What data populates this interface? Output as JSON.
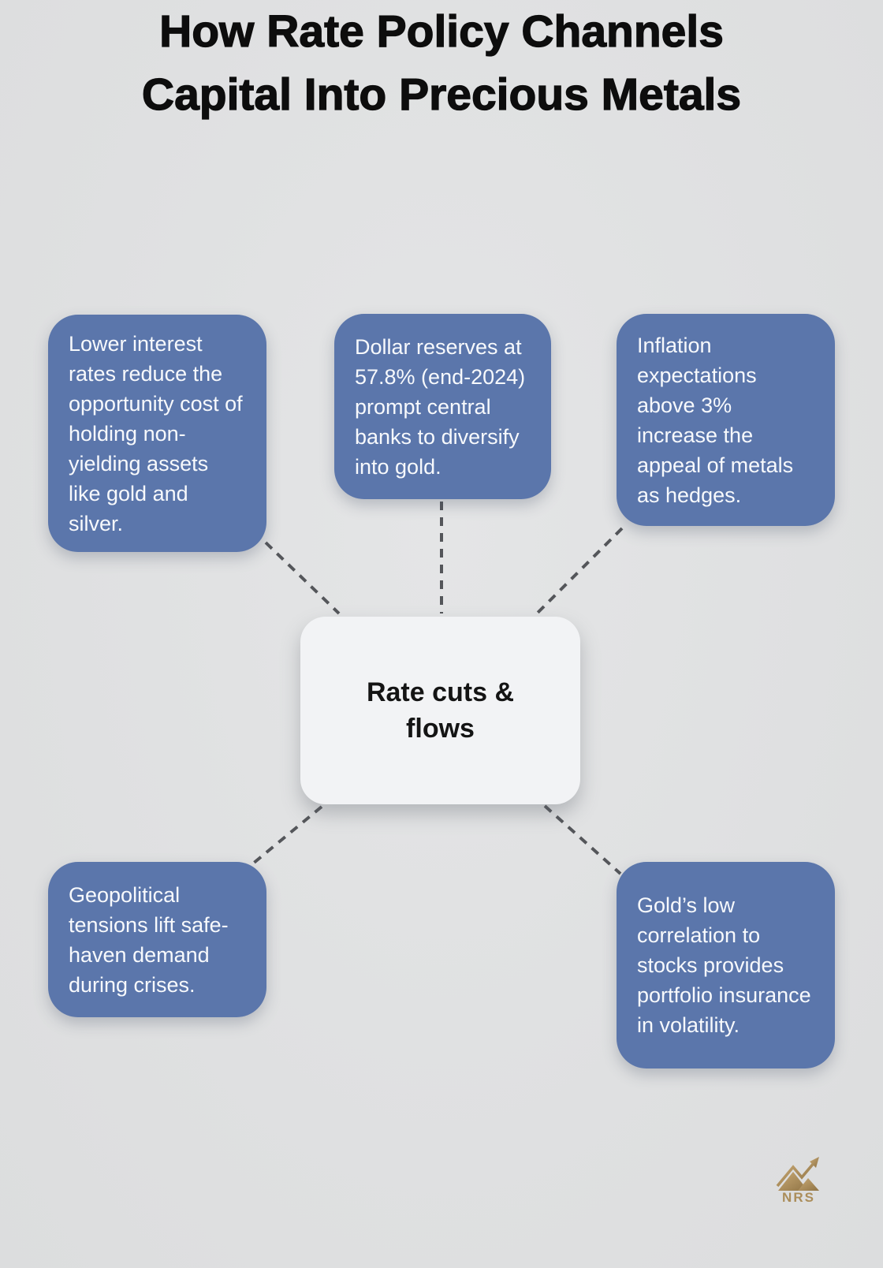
{
  "title": {
    "line1": "How Rate Policy Channels",
    "line2": "Capital Into Precious Metals"
  },
  "center_node": {
    "label": "Rate cuts & flows"
  },
  "nodes": [
    {
      "id": "opportunity-cost",
      "text": "Lower interest rates reduce the opportunity cost of holding non-yielding assets like gold and silver."
    },
    {
      "id": "dollar-reserves",
      "text": "Dollar reserves at 57.8% (end-2024) prompt central banks to diversify into gold."
    },
    {
      "id": "inflation-expectations",
      "text": "Inflation expectations above 3% increase the appeal of metals as hedges."
    },
    {
      "id": "geopolitical-tensions",
      "text": "Geopolitical tensions lift safe-haven demand during crises."
    },
    {
      "id": "gold-correlation",
      "text": "Gold’s low correlation to stocks provides portfolio insurance in volatility."
    }
  ],
  "logo": {
    "text": "NRS"
  },
  "colors": {
    "background": "#e0e1e2",
    "node_fill": "#5b76ab",
    "node_text": "#f7f9fc",
    "center_fill": "#f2f3f5",
    "center_text": "#141414",
    "connector": "#54565a",
    "title": "#0d0d0d",
    "logo_gold": "#ab8d5a"
  }
}
